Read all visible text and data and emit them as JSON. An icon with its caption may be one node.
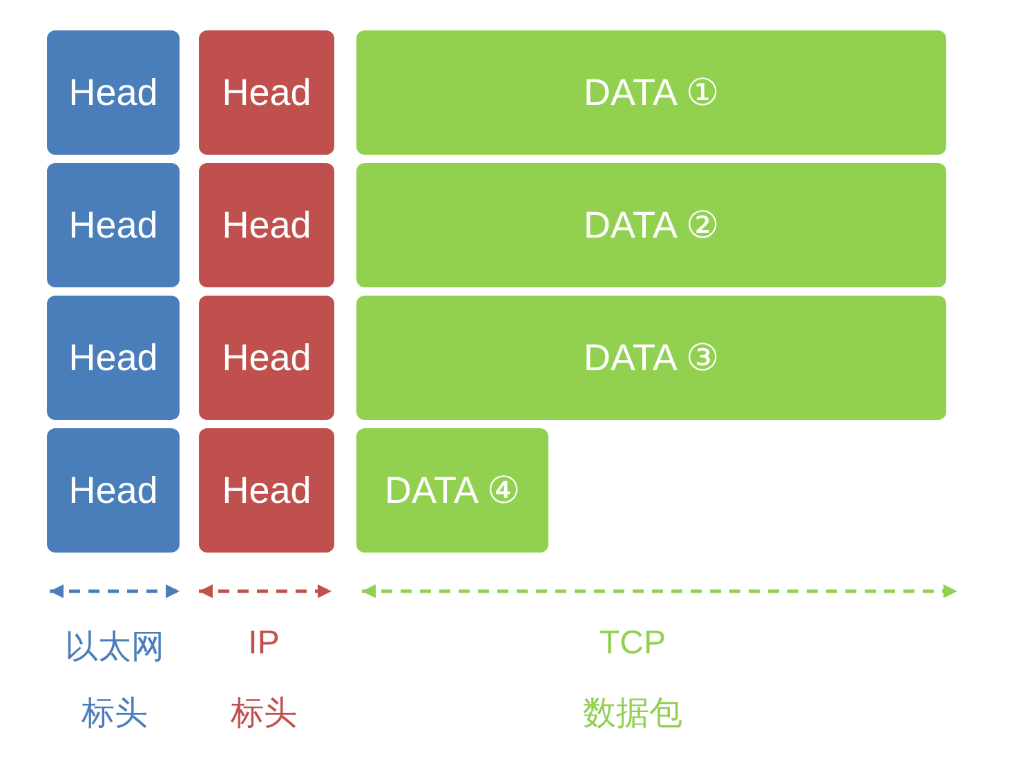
{
  "diagram": {
    "nodes": [
      {
        "text": [
          "Head"
        ]
      },
      {
        "text": [
          "Head"
        ]
      },
      {
        "text": [
          "DATA ①"
        ]
      },
      {
        "text": [
          "Head"
        ]
      },
      {
        "text": [
          "Head"
        ]
      },
      {
        "text": [
          "DATA ②"
        ]
      },
      {
        "text": [
          "Head"
        ]
      },
      {
        "text": [
          "Head"
        ]
      },
      {
        "text": [
          "DATA ③"
        ]
      },
      {
        "text": [
          "Head"
        ]
      },
      {
        "text": [
          "Head"
        ]
      },
      {
        "text": [
          "DATA ④"
        ]
      }
    ],
    "edges": [],
    "labels": [
      "以太网",
      "IP",
      "TCP",
      "标头",
      "标头",
      "数据包"
    ]
  }
}
